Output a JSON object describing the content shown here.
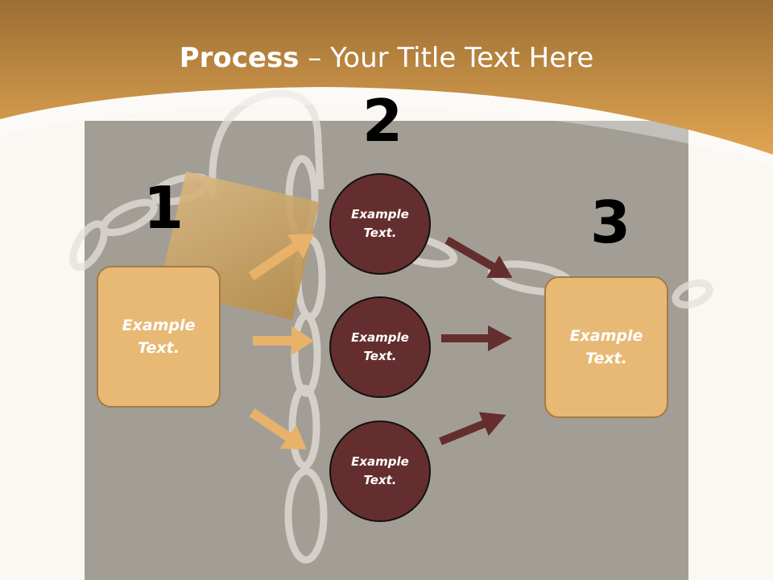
{
  "title": {
    "bold": "Process",
    "rest": " – Your Title Text Here"
  },
  "steps": [
    {
      "number": "1",
      "text": "Example\nText."
    },
    {
      "number": "2",
      "text": ""
    },
    {
      "number": "3",
      "text": "Example\nText."
    }
  ],
  "circles": [
    {
      "text": "Example\nText."
    },
    {
      "text": "Example\nText."
    },
    {
      "text": "Example\nText."
    }
  ],
  "colors": {
    "header": "#dca04f",
    "box_fill": "#e8b975",
    "circle_fill": "#652e2e",
    "arrow_light": "#e8b26a",
    "arrow_dark": "#652e2e",
    "background_panel": "#a8a49c"
  },
  "icons": [
    "padlock-chain-image",
    "arrow-icon"
  ]
}
